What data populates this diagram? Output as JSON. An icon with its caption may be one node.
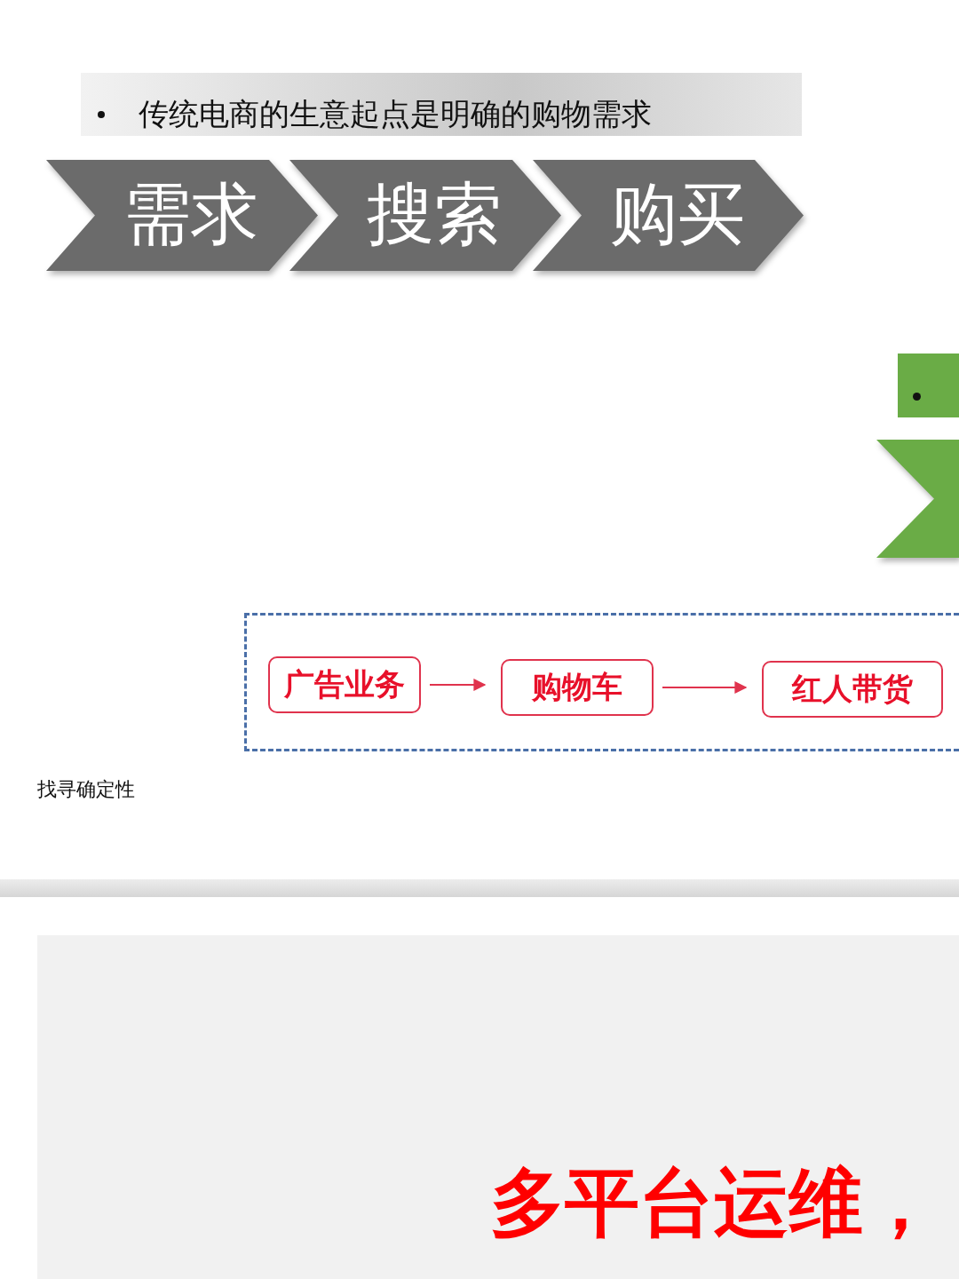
{
  "diagram": {
    "nodes": [
      {
        "text": [
          "需求"
        ]
      },
      {
        "text": [
          "搜索"
        ]
      },
      {
        "text": [
          "购买"
        ]
      },
      {
        "text": [],
        "shape": "box"
      },
      {
        "text": [
          "广告业务"
        ],
        "in": 3
      },
      {
        "text": [
          "购物车"
        ],
        "in": 3
      },
      {
        "text": [
          "红人带货"
        ],
        "in": 3
      },
      {
        "text": [],
        "shape": "chevron"
      }
    ],
    "edges": [
      {
        "from": 4,
        "to": 5,
        "arrow": "to"
      },
      {
        "from": 5,
        "to": 6,
        "arrow": "to"
      }
    ],
    "labels": [
      "传统电商的生意起点是明确的购物需求",
      "找寻确定性",
      "多平台运维，"
    ]
  }
}
